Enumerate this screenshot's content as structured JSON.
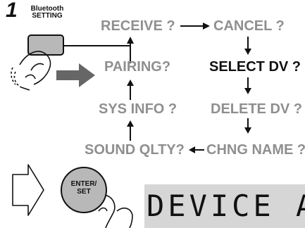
{
  "step_number": "1",
  "bluetooth_button": {
    "line1": "Bluetooth",
    "line2": "SETTING"
  },
  "menu": {
    "receive": "RECEIVE ?",
    "cancel": "CANCEL ?",
    "pairing": "PAIRING?",
    "select_dv": "SELECT DV ?",
    "sys_info": "SYS INFO ?",
    "delete_dv": "DELETE DV ?",
    "sound_qlty": "SOUND QLTY?",
    "chng_name": "CHNG NAME ?"
  },
  "enter_button": {
    "line1": "ENTER/",
    "line2": "SET"
  },
  "display_text": "DEVICE A",
  "colors": {
    "inactive": "#8f8f8f",
    "active": "#111111",
    "display_bg": "#d6d6d6",
    "button": "#b8b8b8"
  }
}
